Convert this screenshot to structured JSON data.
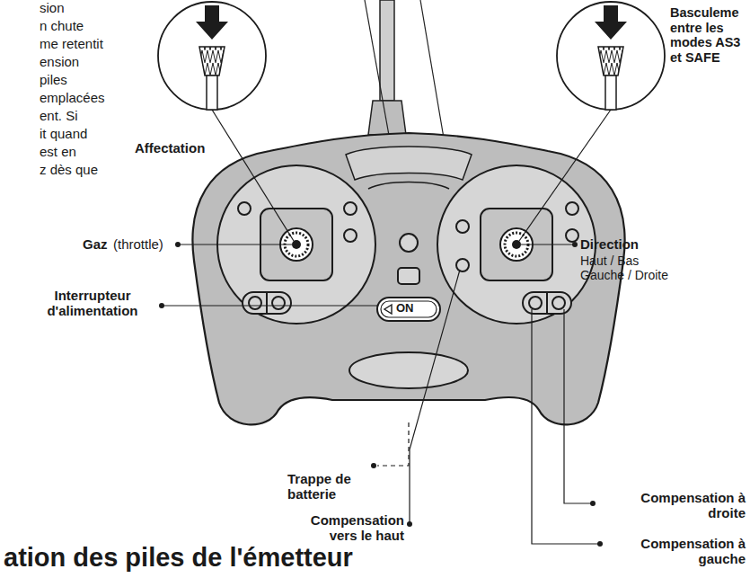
{
  "diagram": {
    "title": "ation des piles de l'émetteur",
    "labels": [
      "sion",
      "n chute",
      "me retentit",
      "ension",
      "piles",
      "emplacées",
      "ent. Si",
      "it quand",
      "est en",
      "z dès que",
      "Affectation",
      "Basculeme entre les modes AS3 et SAFE",
      "Gaz",
      "(throttle)",
      "Interrupteur d'alimentation",
      "ON",
      "Direction",
      "Haut / Bas Gauche / Droite",
      "Trappe de batterie",
      "Compensation vers le haut",
      "Compensation à droite",
      "Compensation à gauche"
    ]
  }
}
